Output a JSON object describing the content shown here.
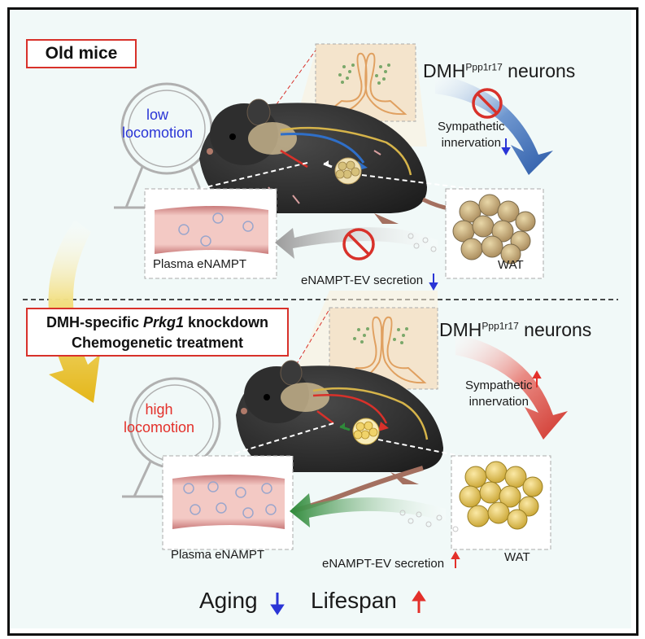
{
  "top": {
    "condition_label": "Old mice",
    "neuron_label_main": "DMH",
    "neuron_label_sup": "Ppp1r17",
    "neuron_label_tail": " neurons",
    "locomotion_line1": "low",
    "locomotion_line2": "locomotion",
    "sympathetic_line1": "Sympathetic",
    "sympathetic_line2": "innervation",
    "plasma_label": "Plasma eNAMPT",
    "secretion_label": "eNAMPT-EV secretion",
    "wat_label": "WAT",
    "locomotion_color": "#2a35d6",
    "arrow_color": "#2f5fb4",
    "trend": "down"
  },
  "bottom": {
    "condition_line1_a": "DMH-specific ",
    "condition_line1_italic": "Prkg1",
    "condition_line1_b": " knockdown",
    "condition_line2": "Chemogenetic treatment",
    "neuron_label_main": "DMH",
    "neuron_label_sup": "Ppp1r17",
    "neuron_label_tail": " neurons",
    "locomotion_line1": "high",
    "locomotion_line2": "locomotion",
    "sympathetic_line1": "Sympathetic",
    "sympathetic_line2": "innervation",
    "plasma_label": "Plasma eNAMPT",
    "secretion_label": "eNAMPT-EV secretion",
    "wat_label": "WAT",
    "locomotion_color": "#e3302a",
    "arrow_color": "#d8312a",
    "trend": "up"
  },
  "outcomes": {
    "aging_label": "Aging",
    "aging_trend": "down",
    "lifespan_label": "Lifespan",
    "lifespan_trend": "up"
  },
  "colors": {
    "background": "#f1f9f8",
    "border": "#111111",
    "highlight_box": "#d8312a",
    "down_arrow": "#2a35d6",
    "up_arrow": "#e3302a",
    "yellow_arrow": "#e9c21e"
  }
}
